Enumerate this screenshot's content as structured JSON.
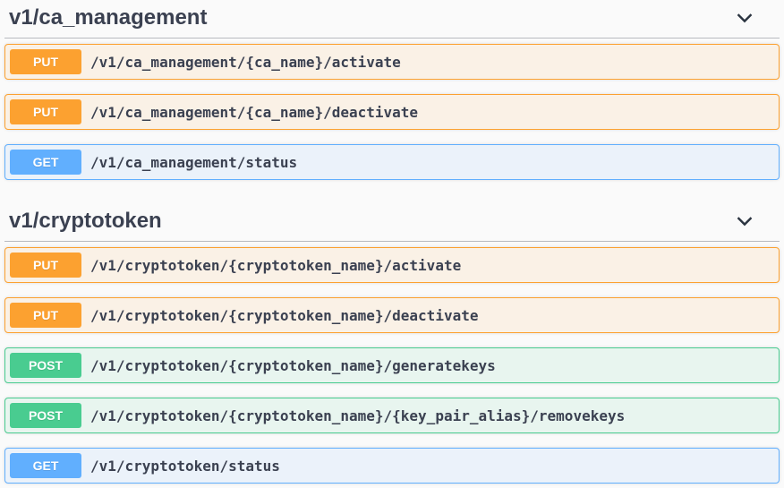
{
  "colors": {
    "put": "#fca130",
    "get": "#61affe",
    "post": "#49cc90",
    "put_row_bg": "#faf1e6",
    "get_row_bg": "#ebf2fa",
    "post_row_bg": "#e8f5ef",
    "text": "#3b4151",
    "page_bg": "#fafafa"
  },
  "sections": [
    {
      "title": "v1/ca_management",
      "operations": [
        {
          "method": "PUT",
          "path": "/v1/ca_management/{ca_name}/activate"
        },
        {
          "method": "PUT",
          "path": "/v1/ca_management/{ca_name}/deactivate"
        },
        {
          "method": "GET",
          "path": "/v1/ca_management/status"
        }
      ]
    },
    {
      "title": "v1/cryptotoken",
      "operations": [
        {
          "method": "PUT",
          "path": "/v1/cryptotoken/{cryptotoken_name}/activate"
        },
        {
          "method": "PUT",
          "path": "/v1/cryptotoken/{cryptotoken_name}/deactivate"
        },
        {
          "method": "POST",
          "path": "/v1/cryptotoken/{cryptotoken_name}/generatekeys"
        },
        {
          "method": "POST",
          "path": "/v1/cryptotoken/{cryptotoken_name}/{key_pair_alias}/removekeys"
        },
        {
          "method": "GET",
          "path": "/v1/cryptotoken/status"
        }
      ]
    }
  ]
}
